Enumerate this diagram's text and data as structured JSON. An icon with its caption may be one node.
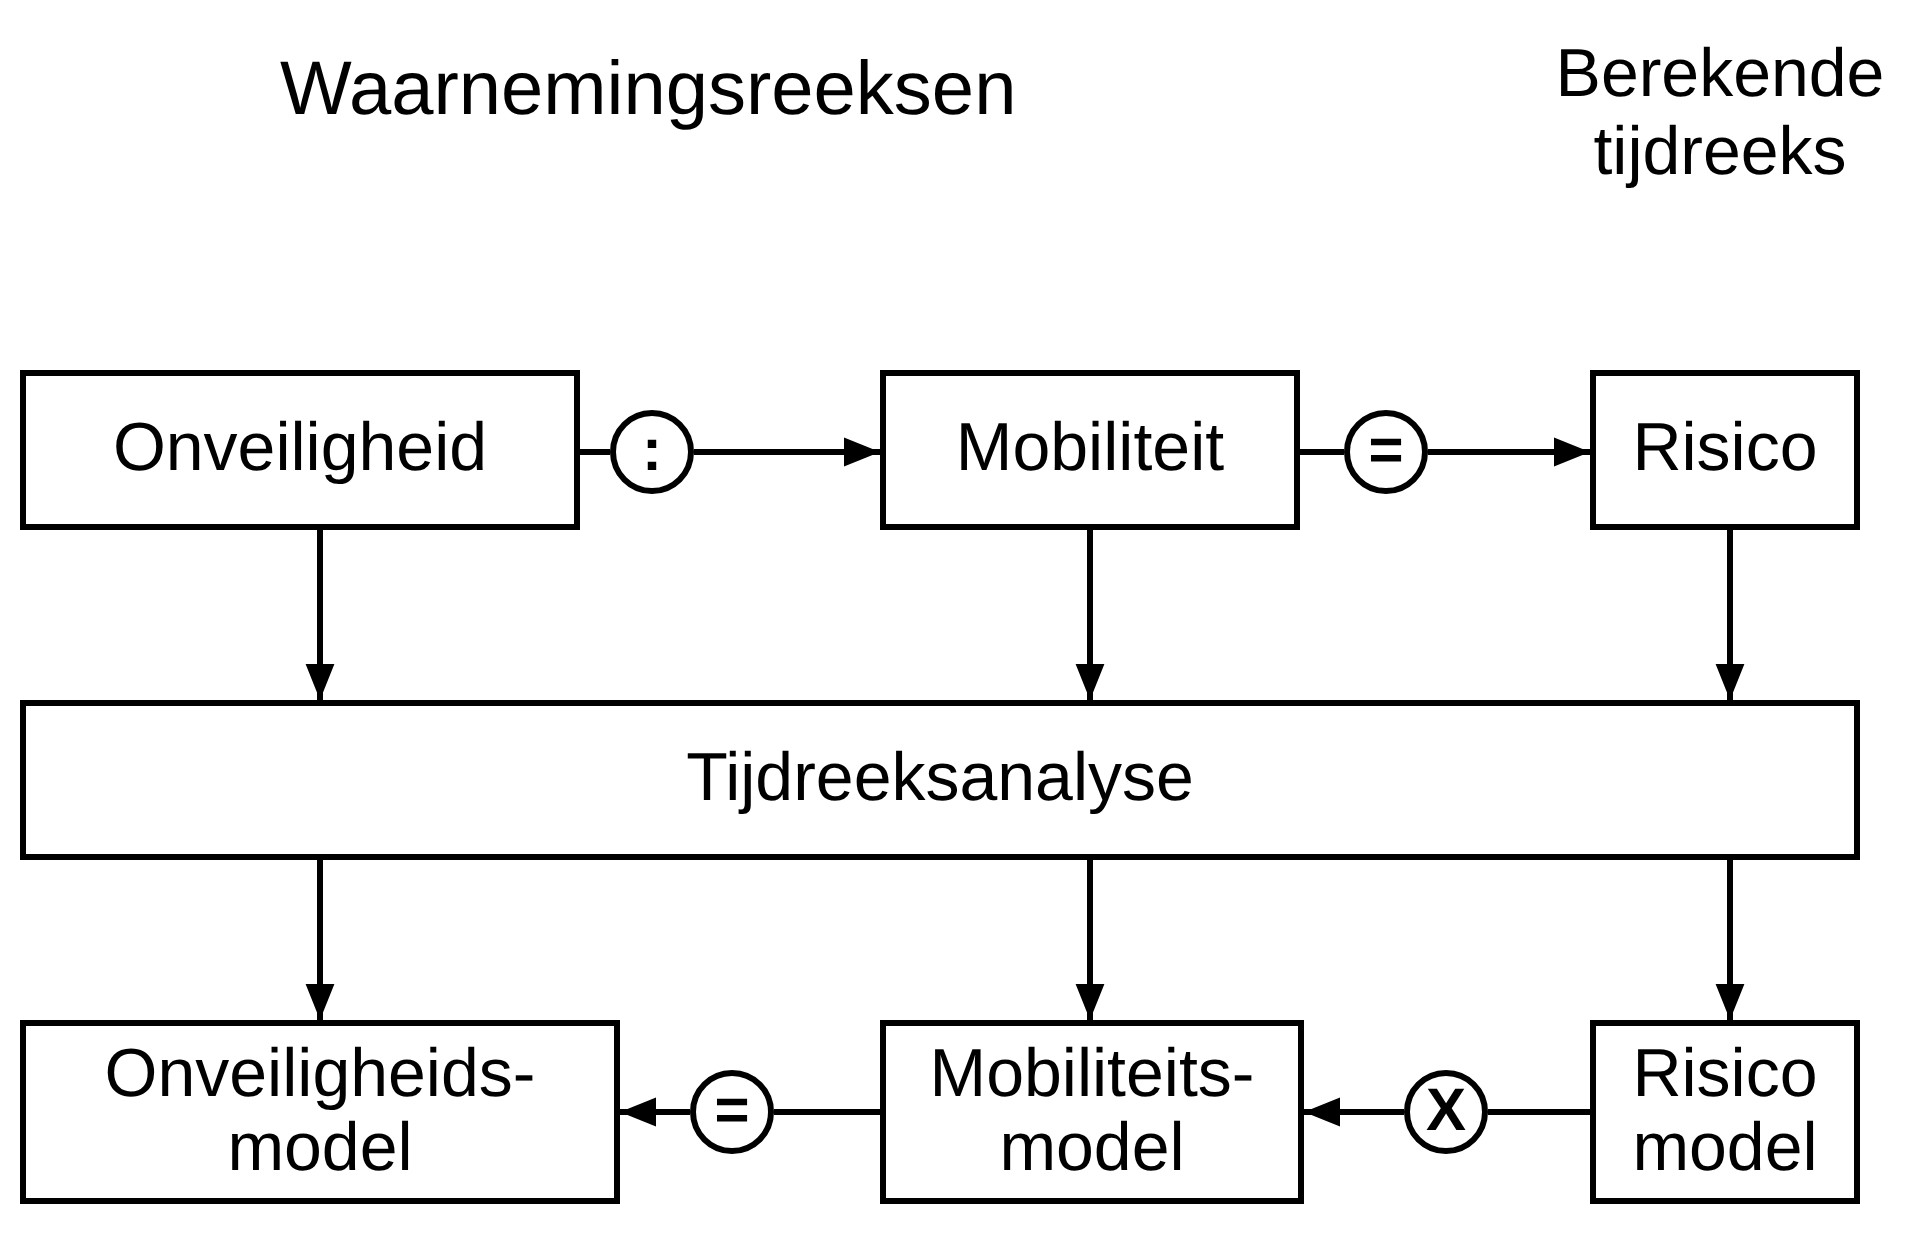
{
  "diagram": {
    "nodes": [
      {
        "text": [
          "Onveiligheid"
        ]
      },
      {
        "text": [
          ":"
        ]
      },
      {
        "text": [
          "Mobiliteit"
        ]
      },
      {
        "text": [
          "="
        ]
      },
      {
        "text": [
          "Risico"
        ]
      },
      {
        "text": [
          "Tijdreeksanalyse"
        ]
      },
      {
        "text": [
          "Onveiligheids- model"
        ]
      },
      {
        "text": [
          "="
        ]
      },
      {
        "text": [
          "Mobiliteits- model"
        ]
      },
      {
        "text": [
          "X"
        ]
      },
      {
        "text": [
          "Risico model"
        ]
      }
    ],
    "edges": [
      {
        "from": 0,
        "to": 1,
        "arrow": "none"
      },
      {
        "from": 1,
        "to": 2,
        "arrow": "to"
      },
      {
        "from": 2,
        "to": 3,
        "arrow": "none"
      },
      {
        "from": 3,
        "to": 4,
        "arrow": "to"
      },
      {
        "from": 0,
        "to": 5,
        "arrow": "to"
      },
      {
        "from": 2,
        "to": 5,
        "arrow": "to"
      },
      {
        "from": 4,
        "to": 5,
        "arrow": "to"
      },
      {
        "from": 5,
        "to": 6,
        "arrow": "to"
      },
      {
        "from": 5,
        "to": 8,
        "arrow": "to"
      },
      {
        "from": 5,
        "to": 10,
        "arrow": "to"
      },
      {
        "from": 10,
        "to": 9,
        "arrow": "none"
      },
      {
        "from": 9,
        "to": 8,
        "arrow": "to"
      },
      {
        "from": 8,
        "to": 7,
        "arrow": "none"
      },
      {
        "from": 7,
        "to": 6,
        "arrow": "to"
      }
    ],
    "labels": [
      "Waarnemingsreeksen",
      "Berekende tijdreeks"
    ]
  }
}
